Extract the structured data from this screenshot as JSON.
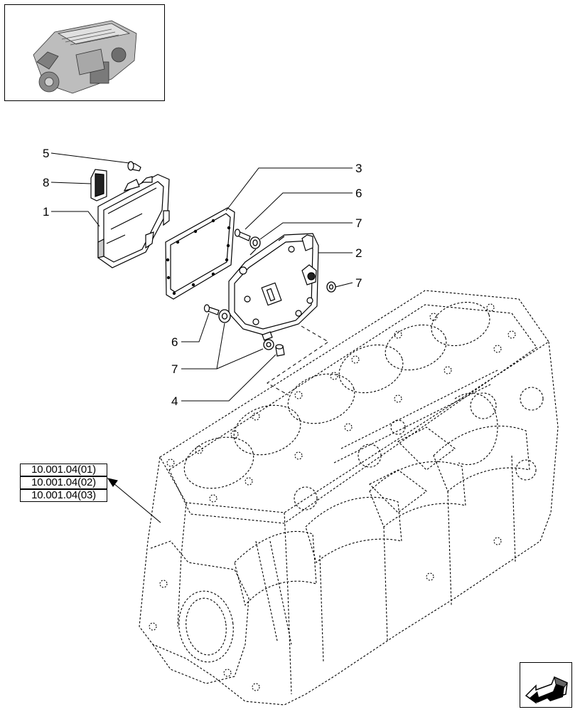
{
  "thumbnail": {
    "icon": "engine-assembly-thumbnail-icon"
  },
  "callouts": {
    "c1": "1",
    "c2": "2",
    "c3": "3",
    "c4": "4",
    "c5": "5",
    "c6a": "6",
    "c6b": "6",
    "c7a": "7",
    "c7b": "7",
    "c7c": "7",
    "c8": "8"
  },
  "references": [
    "10.001.04(01)",
    "10.001.04(02)",
    "10.001.04(03)"
  ],
  "nav": {
    "icon": "next-page-arrow-icon"
  }
}
